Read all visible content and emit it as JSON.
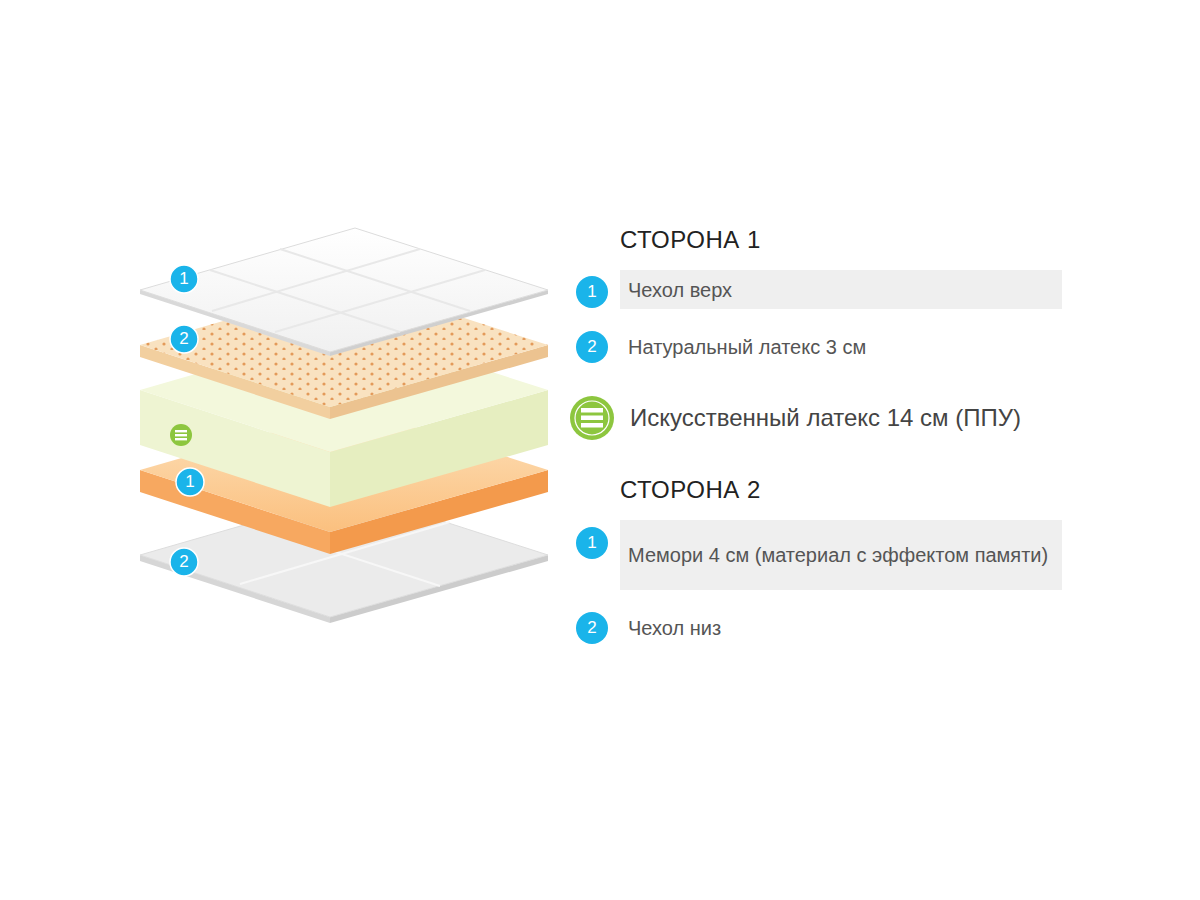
{
  "diagram": {
    "nodes": [
      {
        "text": [
          "Чехол верх"
        ]
      },
      {
        "text": [
          "Мемори 4 см (материал с эффектом памяти)"
        ]
      }
    ],
    "labels": [
      "СТОРОНА 1",
      "1",
      "2",
      "Натуральный латекс 3 см",
      "Искусственный латекс 14 см (ППУ)",
      "СТОРОНА 2",
      "1",
      "2",
      "Чехол низ",
      "1",
      "2",
      "1",
      "2"
    ]
  }
}
